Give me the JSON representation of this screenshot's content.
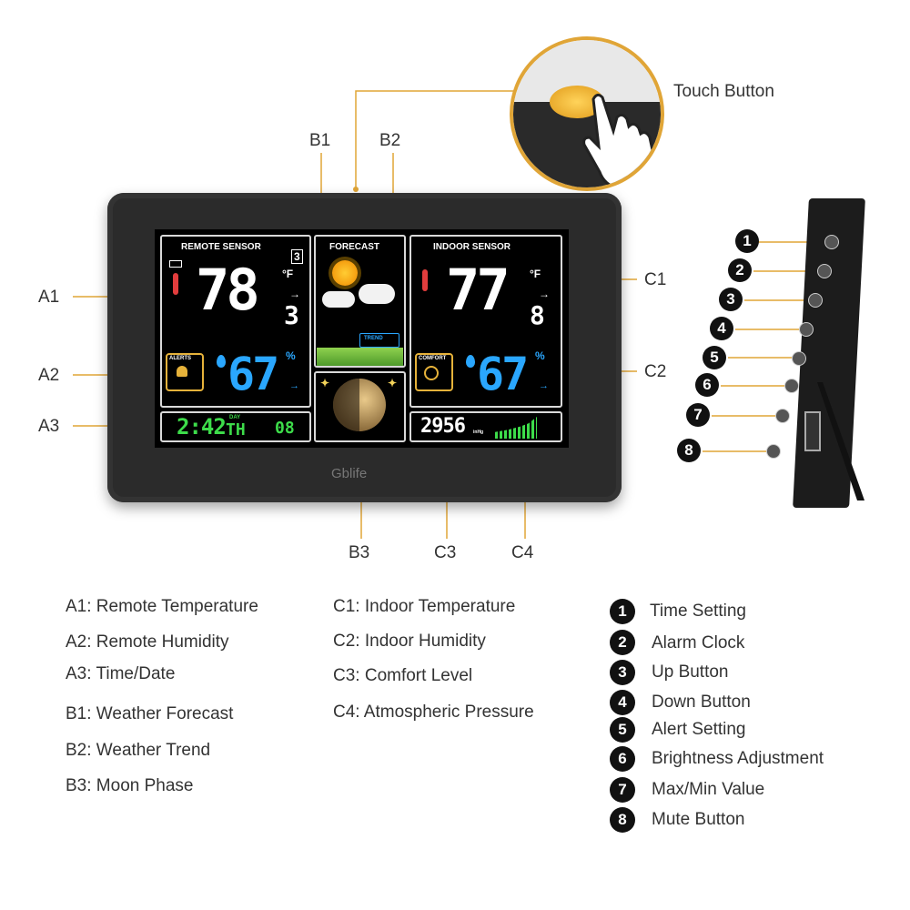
{
  "touch": {
    "label": "Touch Button"
  },
  "callouts": {
    "b1": "B1",
    "b2": "B2",
    "b3": "B3",
    "a1": "A1",
    "a2": "A2",
    "a3": "A3",
    "c1": "C1",
    "c2": "C2",
    "c3": "C3",
    "c4": "C4"
  },
  "screen": {
    "remote_header": "REMOTE SENSOR",
    "forecast_header": "FORECAST",
    "indoor_header": "INDOOR SENSOR",
    "remote_temp_main": "78",
    "remote_temp_dec": "3",
    "indoor_temp_main": "77",
    "indoor_temp_dec": "8",
    "temp_unit": "°F",
    "remote_humidity": "67",
    "indoor_humidity": "67",
    "humidity_unit": "%",
    "channel": "3",
    "alerts_label": "ALERTS",
    "comfort_label": "COMFORT",
    "trend_label": "TREND",
    "time": "2:42",
    "day_label": "DAY",
    "day": "TH",
    "date": "08",
    "pressure": "2956",
    "pressure_unit": "inHg",
    "brand": "Gblife"
  },
  "legend_left": [
    {
      "code": "A1",
      "text": "A1: Remote Temperature"
    },
    {
      "code": "A2",
      "text": "A2: Remote Humidity"
    },
    {
      "code": "A3",
      "text": "A3: Time/Date"
    },
    {
      "code": "B1",
      "text": "B1: Weather Forecast"
    },
    {
      "code": "B2",
      "text": "B2: Weather Trend"
    },
    {
      "code": "B3",
      "text": "B3: Moon Phase"
    }
  ],
  "legend_mid": [
    {
      "code": "C1",
      "text": "C1: Indoor Temperature"
    },
    {
      "code": "C2",
      "text": "C2: Indoor Humidity"
    },
    {
      "code": "C3",
      "text": "C3: Comfort Level"
    },
    {
      "code": "C4",
      "text": "C4: Atmospheric Pressure"
    }
  ],
  "buttons": [
    {
      "num": "1",
      "text": "Time Setting"
    },
    {
      "num": "2",
      "text": "Alarm Clock"
    },
    {
      "num": "3",
      "text": "Up Button"
    },
    {
      "num": "4",
      "text": "Down Button"
    },
    {
      "num": "5",
      "text": "Alert Setting"
    },
    {
      "num": "6",
      "text": "Brightness Adjustment"
    },
    {
      "num": "7",
      "text": "Max/Min Value"
    },
    {
      "num": "8",
      "text": "Mute Button"
    }
  ],
  "side_buttons": [
    "1",
    "2",
    "3",
    "4",
    "5",
    "6",
    "7",
    "8"
  ],
  "colors": {
    "callout_line": "#e0a537",
    "cyan": "#2aa7ff",
    "green": "#3ddc4a",
    "frame": "#2b2b2b"
  }
}
